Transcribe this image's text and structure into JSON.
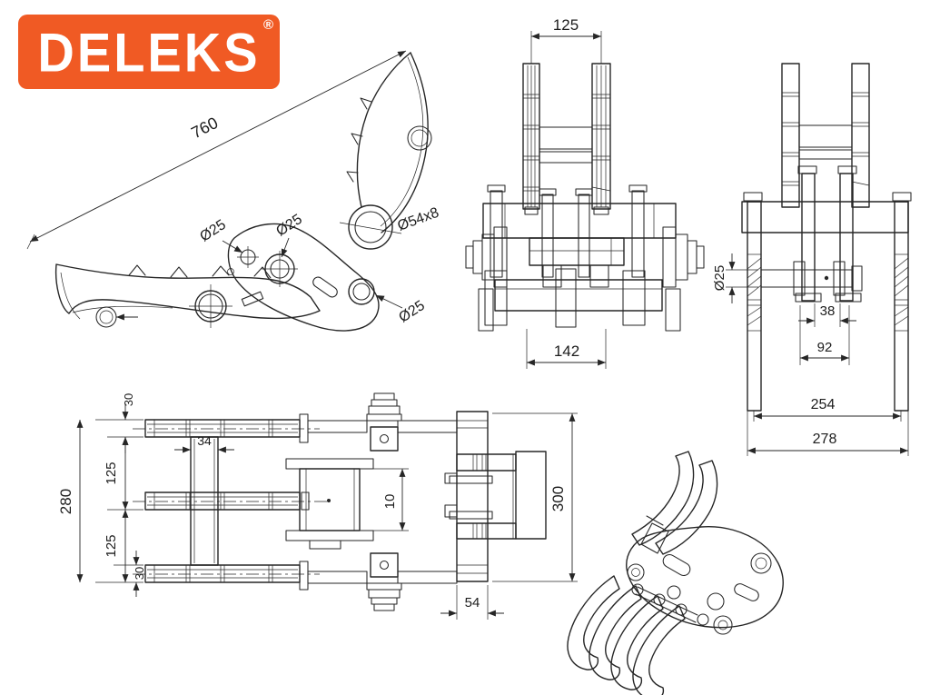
{
  "logo": {
    "brand": "DELEKS",
    "registered": "®",
    "bg_color": "#F05A24",
    "text_color": "#FFFFFF"
  },
  "views": {
    "side": {
      "dims": {
        "overall_length": "760",
        "hole_link_upper": "Ø25",
        "hole_link_mid": "Ø25",
        "hole_link_lower": "Ø25",
        "main_pivot": "Ø54x8"
      }
    },
    "front": {
      "dims": {
        "tine_spacing": "125",
        "base_width": "142"
      }
    },
    "rear": {
      "dims": {
        "pin_diameter": "Ø25",
        "inner_width": "38",
        "link_width": "92",
        "frame_width": "254",
        "overall_width": "278"
      }
    },
    "plan": {
      "dims": {
        "tine_width_top": "30",
        "tine_pitch_upper": "125",
        "overall_width": "280",
        "tine_pitch_lower": "125",
        "tine_width_bottom": "30",
        "tie_bar_width": "34",
        "bracket_plate": "10",
        "body_length": "300",
        "mount_width": "54"
      }
    }
  }
}
